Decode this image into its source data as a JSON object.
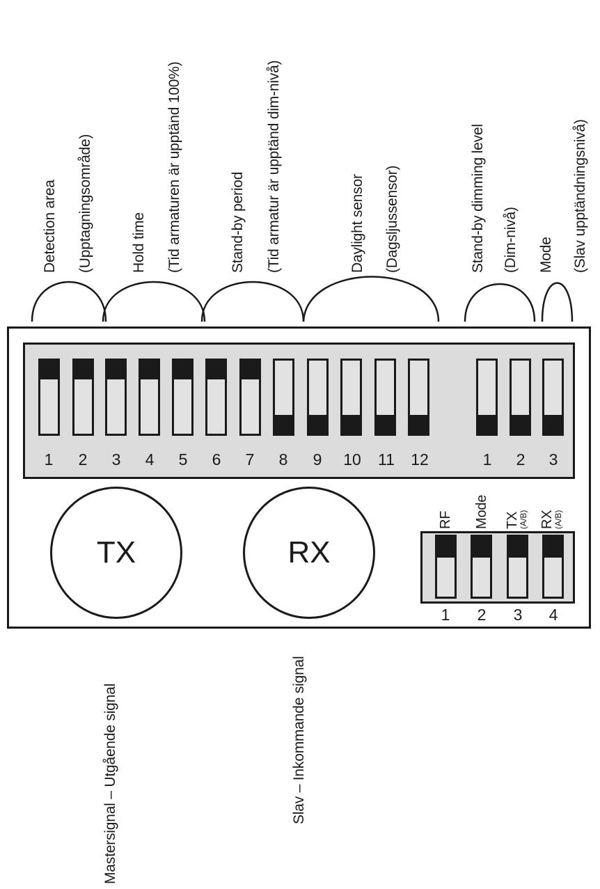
{
  "top_labels": [
    {
      "line1": "Detection area",
      "line2": "(Upptagningsområde)"
    },
    {
      "line1": "Hold time",
      "line2": "(Tid armaturen är upptänd 100%)"
    },
    {
      "line1": "Stand-by period",
      "line2": "(Tid armatur är upptänd dim-nivå)"
    },
    {
      "line1": "Daylight sensor",
      "line2": "(Dagsljussensor)"
    },
    {
      "line1": "Stand-by dimming level",
      "line2": "(Dim-nivå)"
    },
    {
      "line1": "Mode",
      "line2": "(Slav upptändningsnivå)"
    }
  ],
  "dip_main": {
    "numbers": [
      "1",
      "2",
      "3",
      "4",
      "5",
      "6",
      "7",
      "8",
      "9",
      "10",
      "11",
      "12"
    ],
    "states": [
      "on",
      "on",
      "on",
      "on",
      "on",
      "on",
      "on",
      "on",
      "off",
      "off",
      "off",
      "off"
    ]
  },
  "dip_dim": {
    "numbers": [
      "1",
      "2",
      "3"
    ],
    "states": [
      "off",
      "off",
      "off"
    ]
  },
  "circles": {
    "tx": "TX",
    "rx": "RX"
  },
  "dip_small": {
    "labels": [
      "RF",
      "Mode",
      "TX",
      "RX"
    ],
    "sublabels": [
      "",
      "",
      "(A/B)",
      "(A/B)"
    ],
    "numbers": [
      "1",
      "2",
      "3",
      "4"
    ],
    "states": [
      "on",
      "on",
      "on",
      "on"
    ]
  },
  "bottom_labels": {
    "tx": "Mastersignal – Utgående signal",
    "rx": "Slav – Inkommande signal"
  },
  "colors": {
    "line": "#1a1a1a",
    "panel": "#dcdcdc",
    "background": "#ffffff"
  }
}
